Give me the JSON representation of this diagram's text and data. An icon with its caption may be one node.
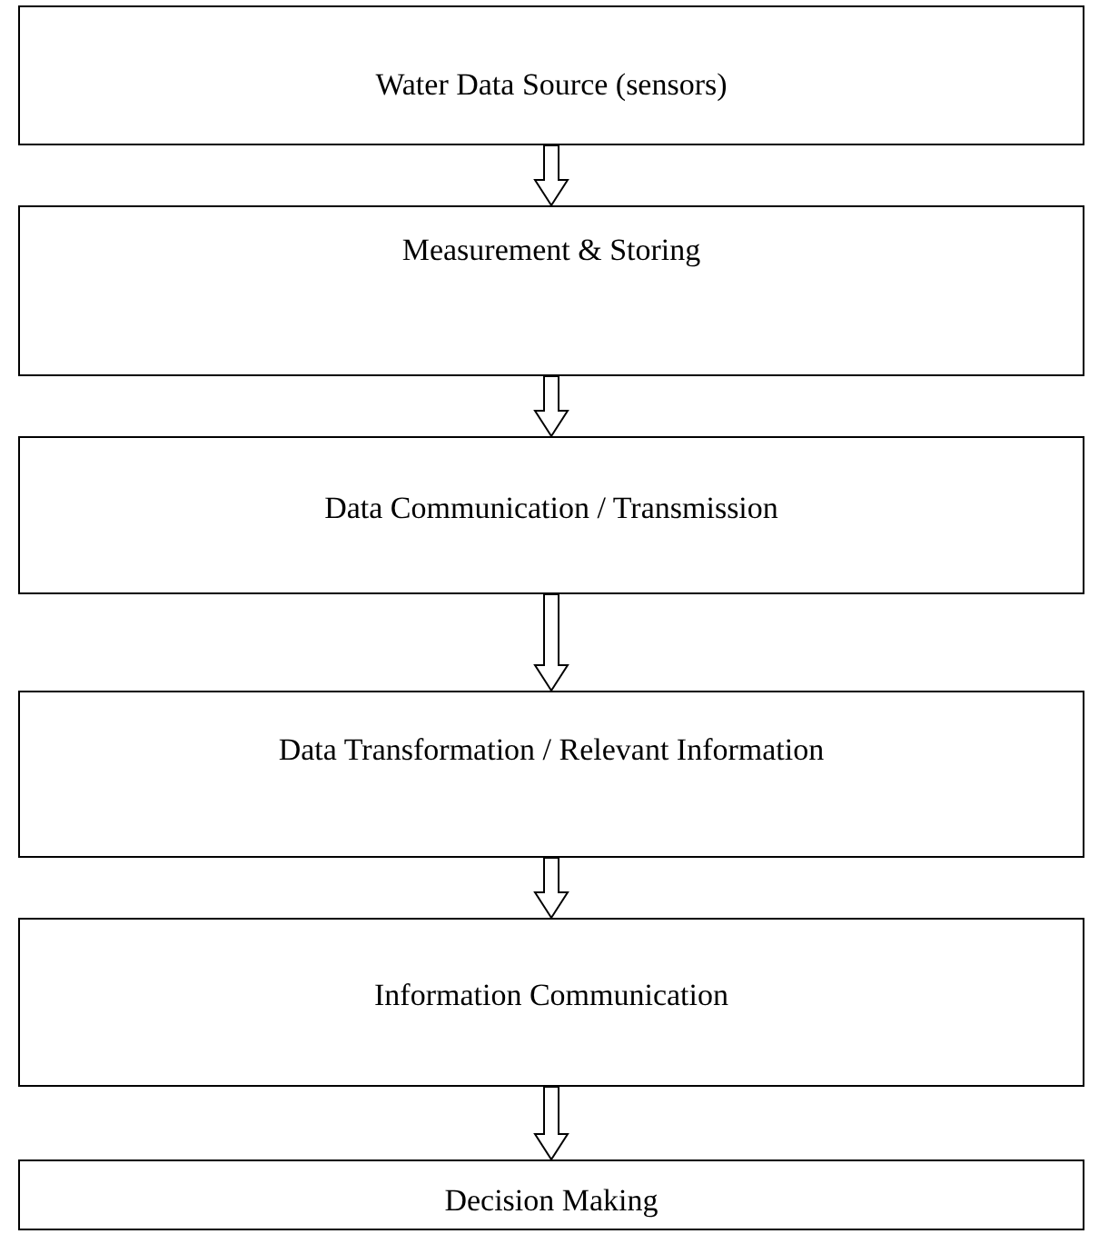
{
  "diagram": {
    "nodes": [
      {
        "text": [
          "Water Data Source (sensors)"
        ]
      },
      {
        "text": [
          "Measurement & Storing"
        ]
      },
      {
        "text": [
          "Data Communication / Transmission"
        ]
      },
      {
        "text": [
          "Data Transformation / Relevant Information"
        ]
      },
      {
        "text": [
          "Information Communication"
        ]
      },
      {
        "text": [
          "Decision Making"
        ]
      }
    ],
    "edges": [
      {
        "from": 0,
        "to": 1,
        "arrow": "to"
      },
      {
        "from": 1,
        "to": 2,
        "arrow": "to"
      },
      {
        "from": 2,
        "to": 3,
        "arrow": "to"
      },
      {
        "from": 3,
        "to": 4,
        "arrow": "to"
      },
      {
        "from": 4,
        "to": 5,
        "arrow": "to"
      }
    ]
  }
}
